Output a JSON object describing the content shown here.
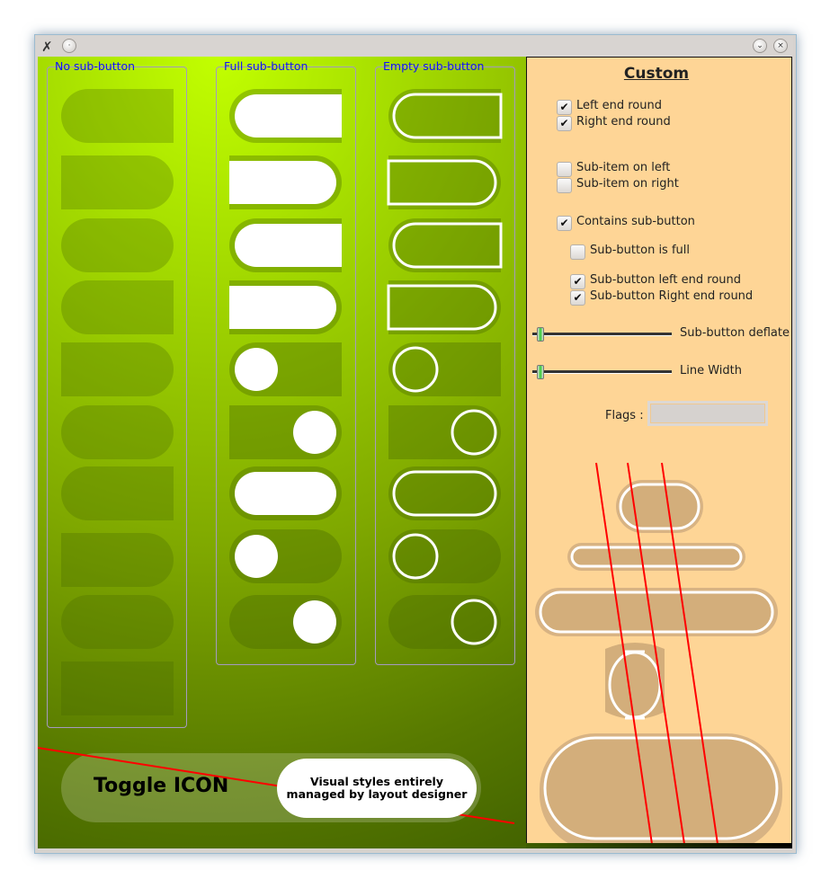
{
  "window": {
    "icons": [
      "x-logo-icon",
      "menu-circle-icon",
      "minimize-icon",
      "close-icon"
    ]
  },
  "groups": [
    {
      "label": "No sub-button"
    },
    {
      "label": "Full sub-button"
    },
    {
      "label": "Empty sub-button"
    }
  ],
  "toggle": {
    "label": "Toggle ICON",
    "note_line1": "Visual styles entirely",
    "note_line2": "managed by layout designer"
  },
  "panel": {
    "title": "Custom",
    "checkboxes": [
      {
        "label": "Left end round",
        "checked": true
      },
      {
        "label": "Right end round",
        "checked": true
      },
      {
        "label": "Sub-item on left",
        "checked": false
      },
      {
        "label": "Sub-item on right",
        "checked": false
      },
      {
        "label": "Contains sub-button",
        "checked": true
      },
      {
        "label": "Sub-button is full",
        "checked": false
      },
      {
        "label": "Sub-button  left end round",
        "checked": true
      },
      {
        "label": "Sub-button Right end round",
        "checked": true
      }
    ],
    "sliders": [
      {
        "label": "Sub-button deflate",
        "value": 0.05
      },
      {
        "label": "Line Width",
        "value": 0.05
      }
    ],
    "flags_label": "Flags :",
    "flags_value": ""
  },
  "colors": {
    "accent_text": "#1010ff",
    "panel_bg": "#fed596",
    "shape_fill": "#d3ae7b",
    "red_line": "#ff0000"
  }
}
